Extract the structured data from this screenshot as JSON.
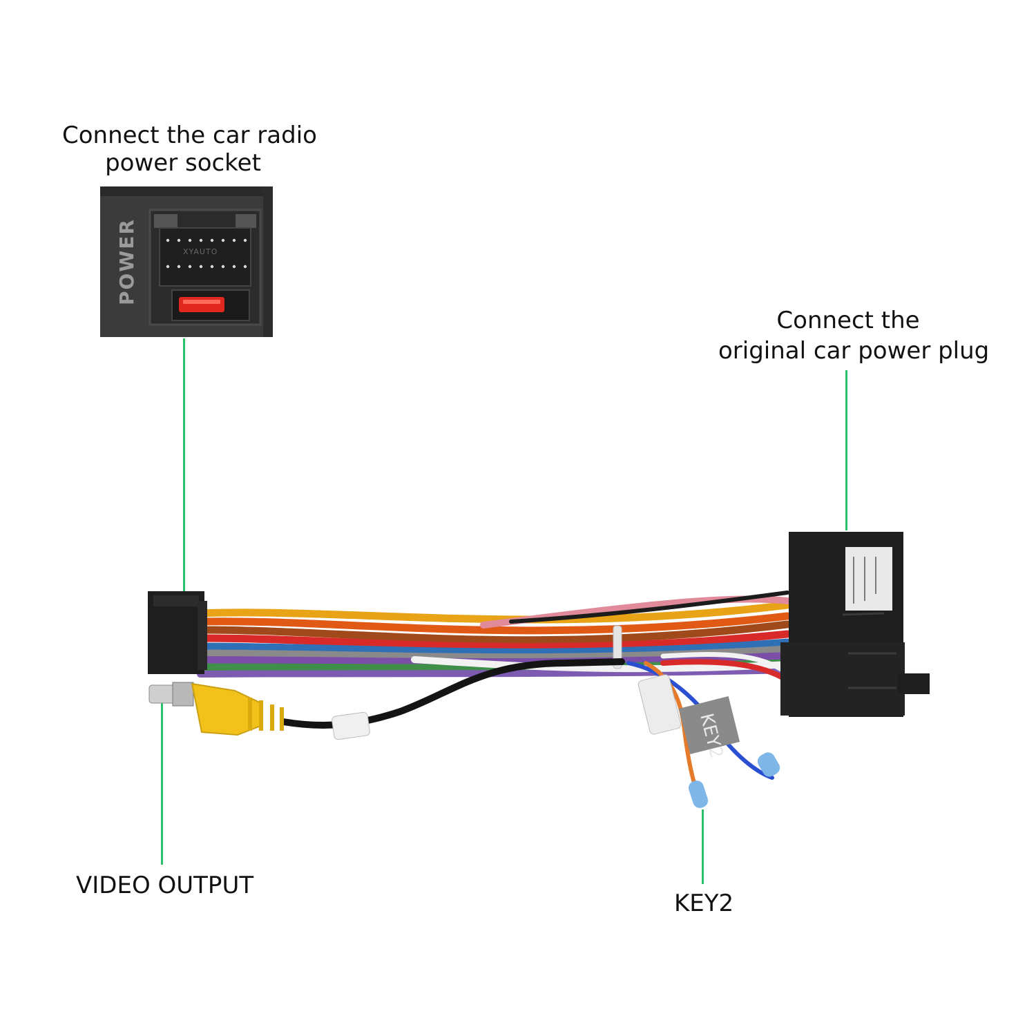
{
  "labels": {
    "radio_socket": "Connect the car radio\npower socket",
    "radio_socket_line1": "Connect the car radio",
    "radio_socket_line2": "power socket",
    "orig_plug_line1": "Connect the",
    "orig_plug_line2": "original car power plug",
    "video_output": "VIDEO OUTPUT",
    "key2": "KEY2"
  },
  "inset": {
    "power_text": "POWER",
    "brand_text": "XYAUTO"
  },
  "tags": {
    "key2_tag": "KEY2"
  },
  "colors": {
    "leader": "#2cc06a",
    "connector": "#1e1e1e",
    "rca_yellow": "#f2c21a",
    "fuse_red": "#e0281e"
  }
}
